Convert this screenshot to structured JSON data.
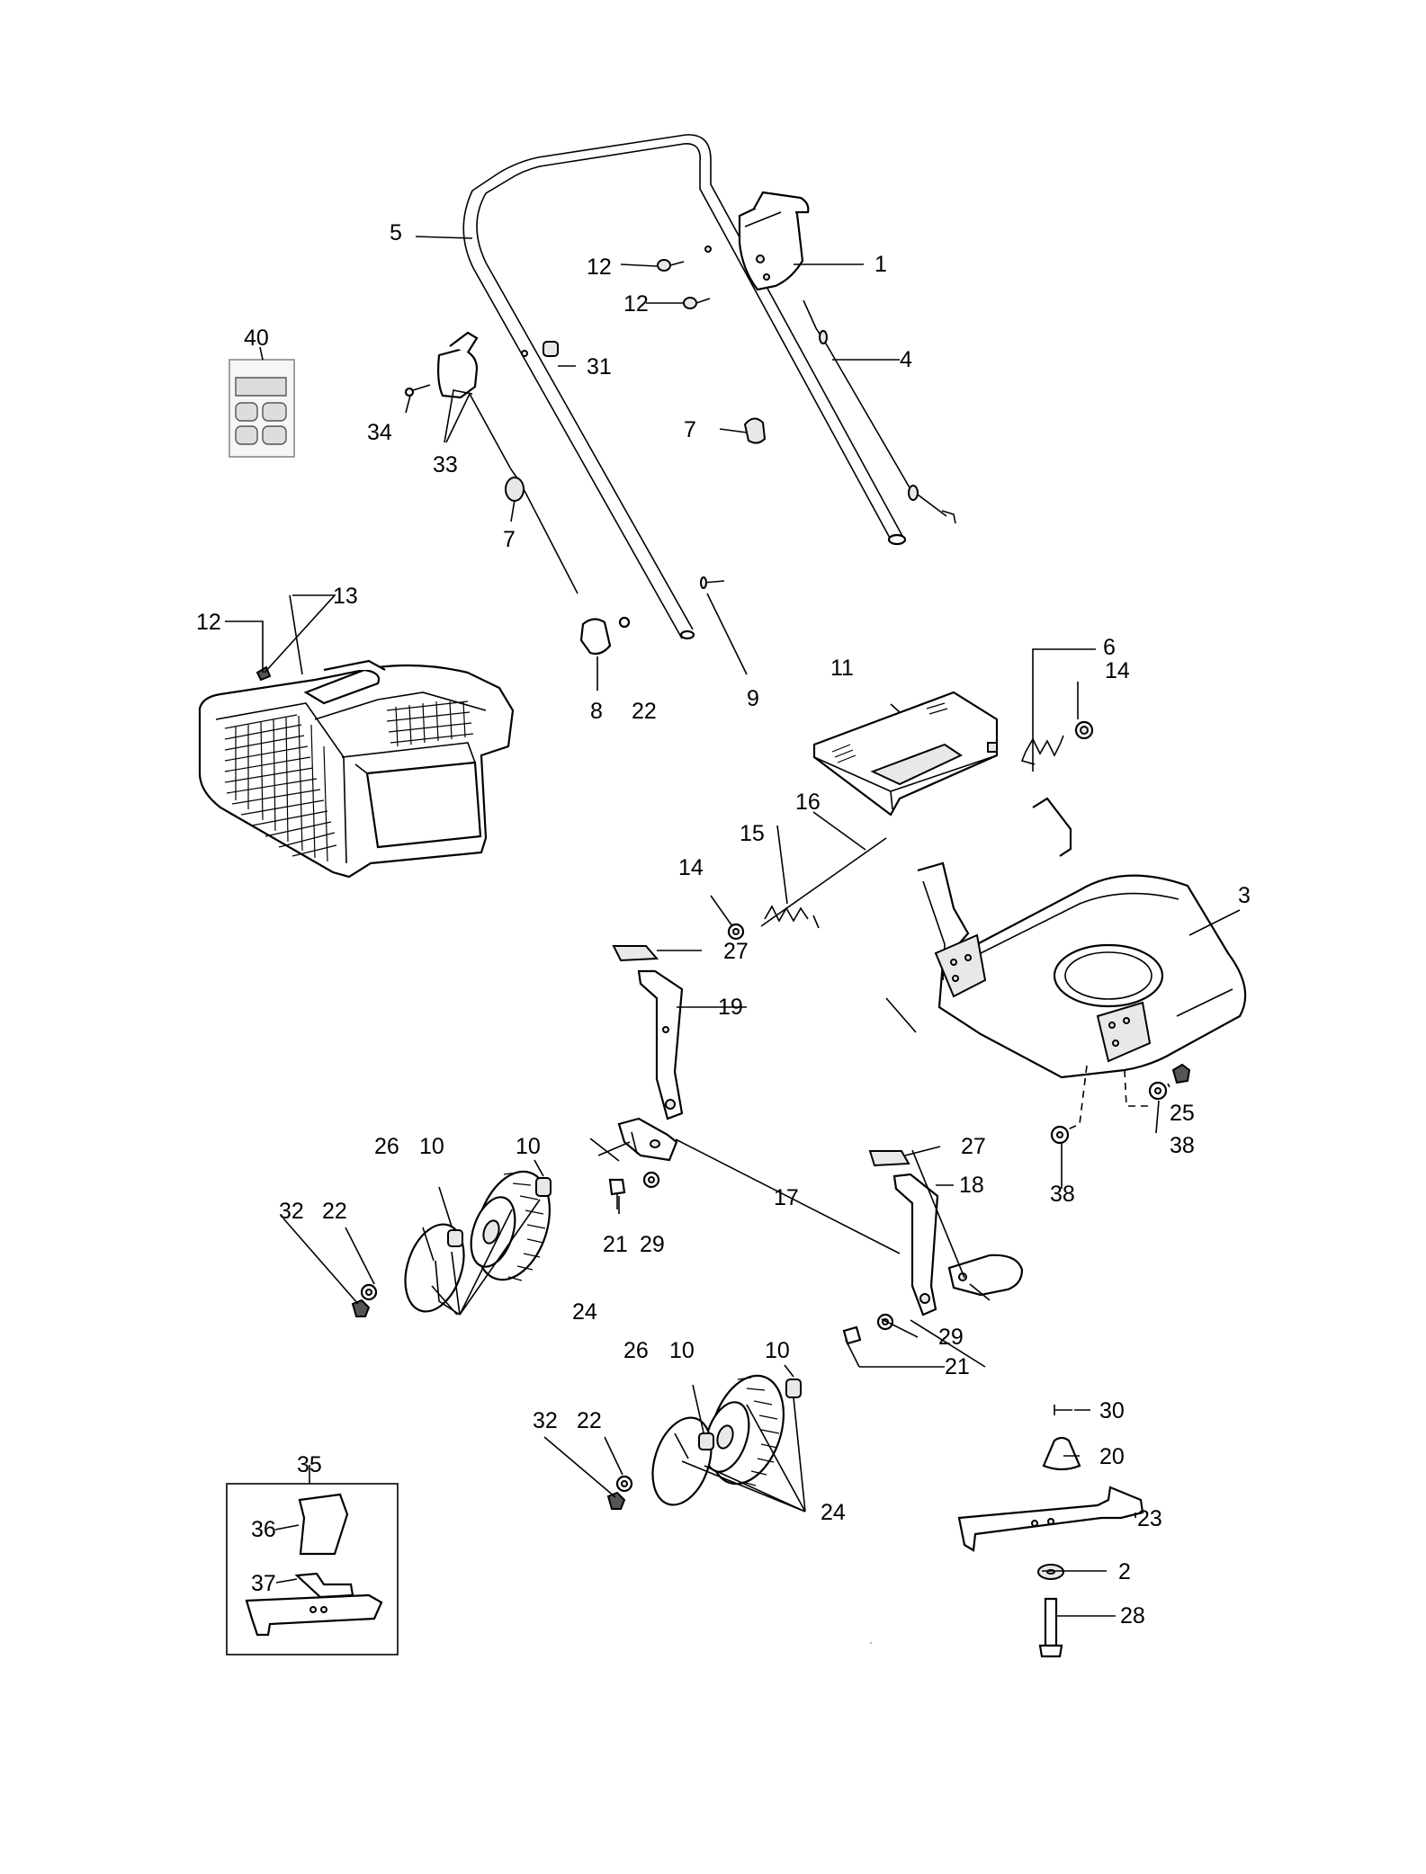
{
  "callouts": [
    {
      "id": "c1",
      "label": "1"
    },
    {
      "id": "c2",
      "label": "2"
    },
    {
      "id": "c3",
      "label": "3"
    },
    {
      "id": "c4",
      "label": "4"
    },
    {
      "id": "c5",
      "label": "5"
    },
    {
      "id": "c6",
      "label": "6"
    },
    {
      "id": "c7a",
      "label": "7"
    },
    {
      "id": "c7b",
      "label": "7"
    },
    {
      "id": "c8",
      "label": "8"
    },
    {
      "id": "c9",
      "label": "9"
    },
    {
      "id": "c10a",
      "label": "10"
    },
    {
      "id": "c10b",
      "label": "10"
    },
    {
      "id": "c10c",
      "label": "10"
    },
    {
      "id": "c10d",
      "label": "10"
    },
    {
      "id": "c11",
      "label": "11"
    },
    {
      "id": "c12a",
      "label": "12"
    },
    {
      "id": "c12b",
      "label": "12"
    },
    {
      "id": "c12c",
      "label": "12"
    },
    {
      "id": "c13",
      "label": "13"
    },
    {
      "id": "c14a",
      "label": "14"
    },
    {
      "id": "c14b",
      "label": "14"
    },
    {
      "id": "c15",
      "label": "15"
    },
    {
      "id": "c16",
      "label": "16"
    },
    {
      "id": "c17",
      "label": "17"
    },
    {
      "id": "c18",
      "label": "18"
    },
    {
      "id": "c19",
      "label": "19"
    },
    {
      "id": "c20",
      "label": "20"
    },
    {
      "id": "c21a",
      "label": "21"
    },
    {
      "id": "c21b",
      "label": "21"
    },
    {
      "id": "c22a",
      "label": "22"
    },
    {
      "id": "c22b",
      "label": "22"
    },
    {
      "id": "c22c",
      "label": "22"
    },
    {
      "id": "c23",
      "label": "23"
    },
    {
      "id": "c24a",
      "label": "24"
    },
    {
      "id": "c24b",
      "label": "24"
    },
    {
      "id": "c25",
      "label": "25"
    },
    {
      "id": "c26a",
      "label": "26"
    },
    {
      "id": "c26b",
      "label": "26"
    },
    {
      "id": "c27a",
      "label": "27"
    },
    {
      "id": "c27b",
      "label": "27"
    },
    {
      "id": "c28",
      "label": "28"
    },
    {
      "id": "c29a",
      "label": "29"
    },
    {
      "id": "c29b",
      "label": "29"
    },
    {
      "id": "c30",
      "label": "30"
    },
    {
      "id": "c31",
      "label": "31"
    },
    {
      "id": "c32a",
      "label": "32"
    },
    {
      "id": "c32b",
      "label": "32"
    },
    {
      "id": "c33",
      "label": "33"
    },
    {
      "id": "c34",
      "label": "34"
    },
    {
      "id": "c35",
      "label": "35"
    },
    {
      "id": "c36",
      "label": "36"
    },
    {
      "id": "c37",
      "label": "37"
    },
    {
      "id": "c38a",
      "label": "38"
    },
    {
      "id": "c38b",
      "label": "38"
    },
    {
      "id": "c40",
      "label": "40"
    }
  ]
}
